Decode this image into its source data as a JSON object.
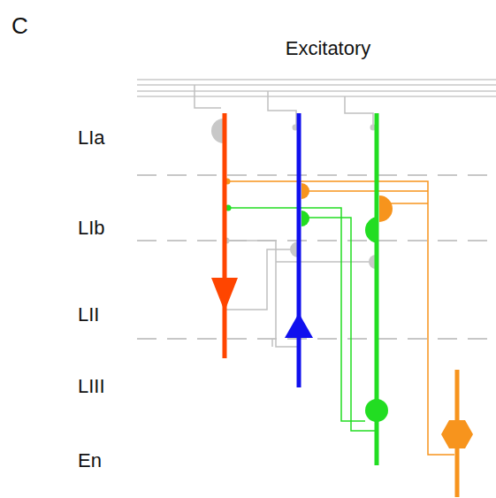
{
  "diagram": {
    "title": "Excitatory",
    "labels": [
      "C",
      "LIa",
      "LIb",
      "LII",
      "LIII",
      "En"
    ]
  }
}
